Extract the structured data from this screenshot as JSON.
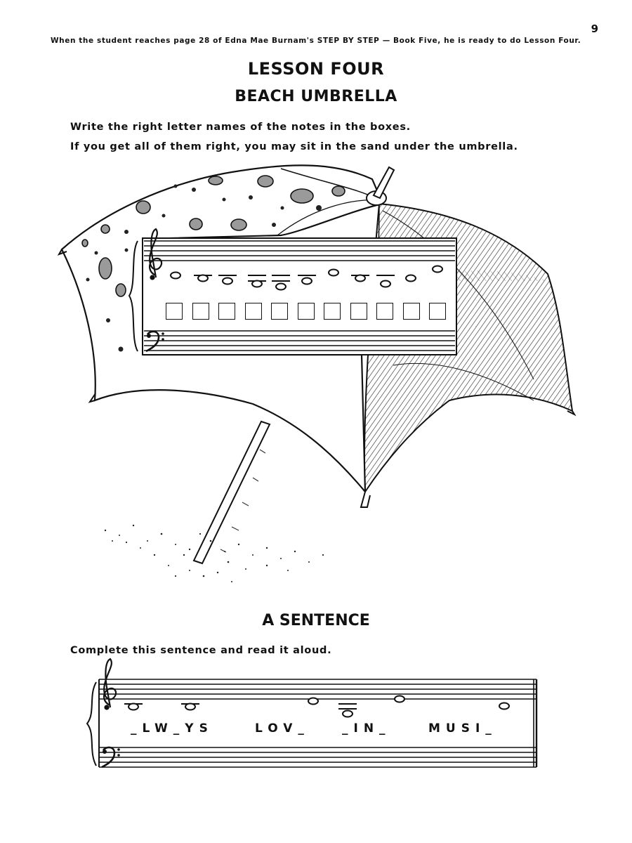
{
  "page": {
    "number": "9",
    "intro_note": "When the student reaches page 28 of Edna Mae Burnam's STEP BY STEP — Book Five, he is ready to do Lesson Four.",
    "lesson_title": "LESSON FOUR",
    "section_title": "BEACH UMBRELLA"
  },
  "umbrella_exercise": {
    "instruction_line1": "Write the right letter names of the notes in the  boxes.",
    "instruction_line2": "If you get all of them right, you may sit in the sand under the umbrella.",
    "answer_box_count": 11
  },
  "sentence_exercise": {
    "title": "A SENTENCE",
    "instruction": "Complete this sentence and read it aloud.",
    "words": [
      "_LW_YS",
      "LOV_",
      "_IN_",
      "MUSI_"
    ]
  },
  "icons": [
    "treble-clef-icon",
    "bass-clef-icon",
    "whole-note-icon"
  ]
}
